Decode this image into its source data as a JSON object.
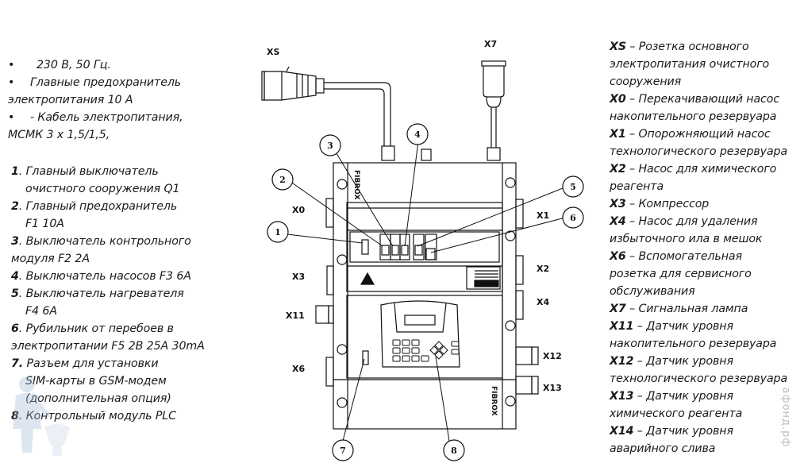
{
  "specs": [
    {
      "bullet": "•",
      "lines": [
        "230 В, 50 Гц."
      ]
    },
    {
      "bullet": "•",
      "lines": [
        "Главные предохранитель",
        "электропитания 10 А"
      ]
    },
    {
      "bullet": "•",
      "lines": [
        "- Кабель электропитания,",
        "МСМК 3 х 1,5/1,5,"
      ]
    }
  ],
  "components": [
    {
      "num": "1",
      "lines": [
        "Главный выключатель",
        "очистного сооружения Q1"
      ]
    },
    {
      "num": "2",
      "lines": [
        "Главный предохранитель",
        "F1 10A"
      ]
    },
    {
      "num": "3",
      "lines": [
        "Выключатель контрольного",
        "модуля  F2 2A"
      ]
    },
    {
      "num": "4",
      "lines": [
        "Выключатель насосов F3 6A"
      ]
    },
    {
      "num": "5",
      "lines": [
        "Выключатель  нагревателя",
        "F4  6A"
      ]
    },
    {
      "num": "6",
      "lines": [
        "Рубильник от перебоев в",
        "электропитании F5 2B 25A 30mA"
      ]
    },
    {
      "num": "7",
      "lines": [
        "Разъем для установки",
        "SIM-карты в GSM-модем",
        "(дополнительная опция)"
      ]
    },
    {
      "num": "8",
      "lines": [
        "Контрольный модуль PLC"
      ]
    }
  ],
  "connectors": [
    {
      "code": "XS",
      "lines": [
        "Розетка основного",
        "электропитания очистного",
        "сооружения"
      ]
    },
    {
      "code": "X0",
      "lines": [
        "Перекачивающий насос",
        "накопительного резервуара"
      ]
    },
    {
      "code": "X1",
      "lines": [
        "Опорожняющий насос",
        "технологического резервуара"
      ]
    },
    {
      "code": "X2",
      "lines": [
        "Насос для химического",
        "реагента"
      ]
    },
    {
      "code": "X3",
      "lines": [
        "Компрессор"
      ]
    },
    {
      "code": "X4",
      "lines": [
        "Насос для удаления",
        "избыточного ила в мешок"
      ]
    },
    {
      "code": "X6",
      "lines": [
        "Вспомогательная",
        "розетка для сервисного",
        "обслуживания"
      ]
    },
    {
      "code": "X7",
      "lines": [
        "Сигнальная лампа"
      ]
    },
    {
      "code": "X11",
      "lines": [
        "Датчик уровня",
        "накопительного резервуара"
      ]
    },
    {
      "code": "X12",
      "lines": [
        "Датчик уровня",
        "технологического резервуара"
      ]
    },
    {
      "code": "X13",
      "lines": [
        "Датчик уровня",
        "химического реагента"
      ]
    },
    {
      "code": "X14",
      "lines": [
        "Датчик уровня",
        "аварийного слива"
      ]
    }
  ],
  "dash": " – ",
  "diagram": {
    "port_labels": {
      "XS": "XS",
      "X7": "X7",
      "X0": "X0",
      "X1": "X1",
      "X2": "X2",
      "X3": "X3",
      "X4": "X4",
      "X6": "X6",
      "X11": "X11",
      "X12": "X12",
      "X13": "X13"
    },
    "callouts": [
      "1",
      "2",
      "3",
      "4",
      "5",
      "6",
      "7",
      "8"
    ],
    "brand": "FIBROX"
  },
  "watermark": "афонд.рф"
}
